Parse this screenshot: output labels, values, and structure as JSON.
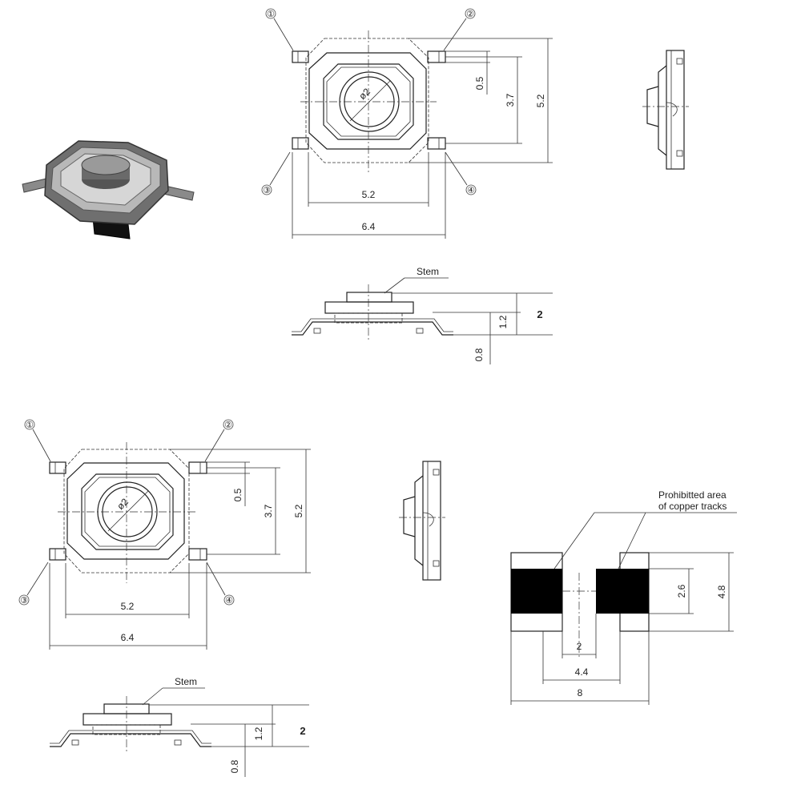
{
  "pins": [
    "①",
    "②",
    "③",
    "④"
  ],
  "dims": {
    "d5_2": "5.2",
    "d3_7": "3.7",
    "d0_5": "0.5",
    "d6_4": "6.4",
    "phi2": "ø2",
    "d1_2": "1.2",
    "d2": "2",
    "d0_8": "0.8",
    "pad_2_6": "2.6",
    "pad_4_8": "4.8",
    "pad_2": "2",
    "pad_4_4": "4.4",
    "pad_8": "8"
  },
  "labels": {
    "stem": "Stem",
    "prohibited_line1": "Prohibitted area",
    "prohibited_line2": "of copper tracks"
  }
}
